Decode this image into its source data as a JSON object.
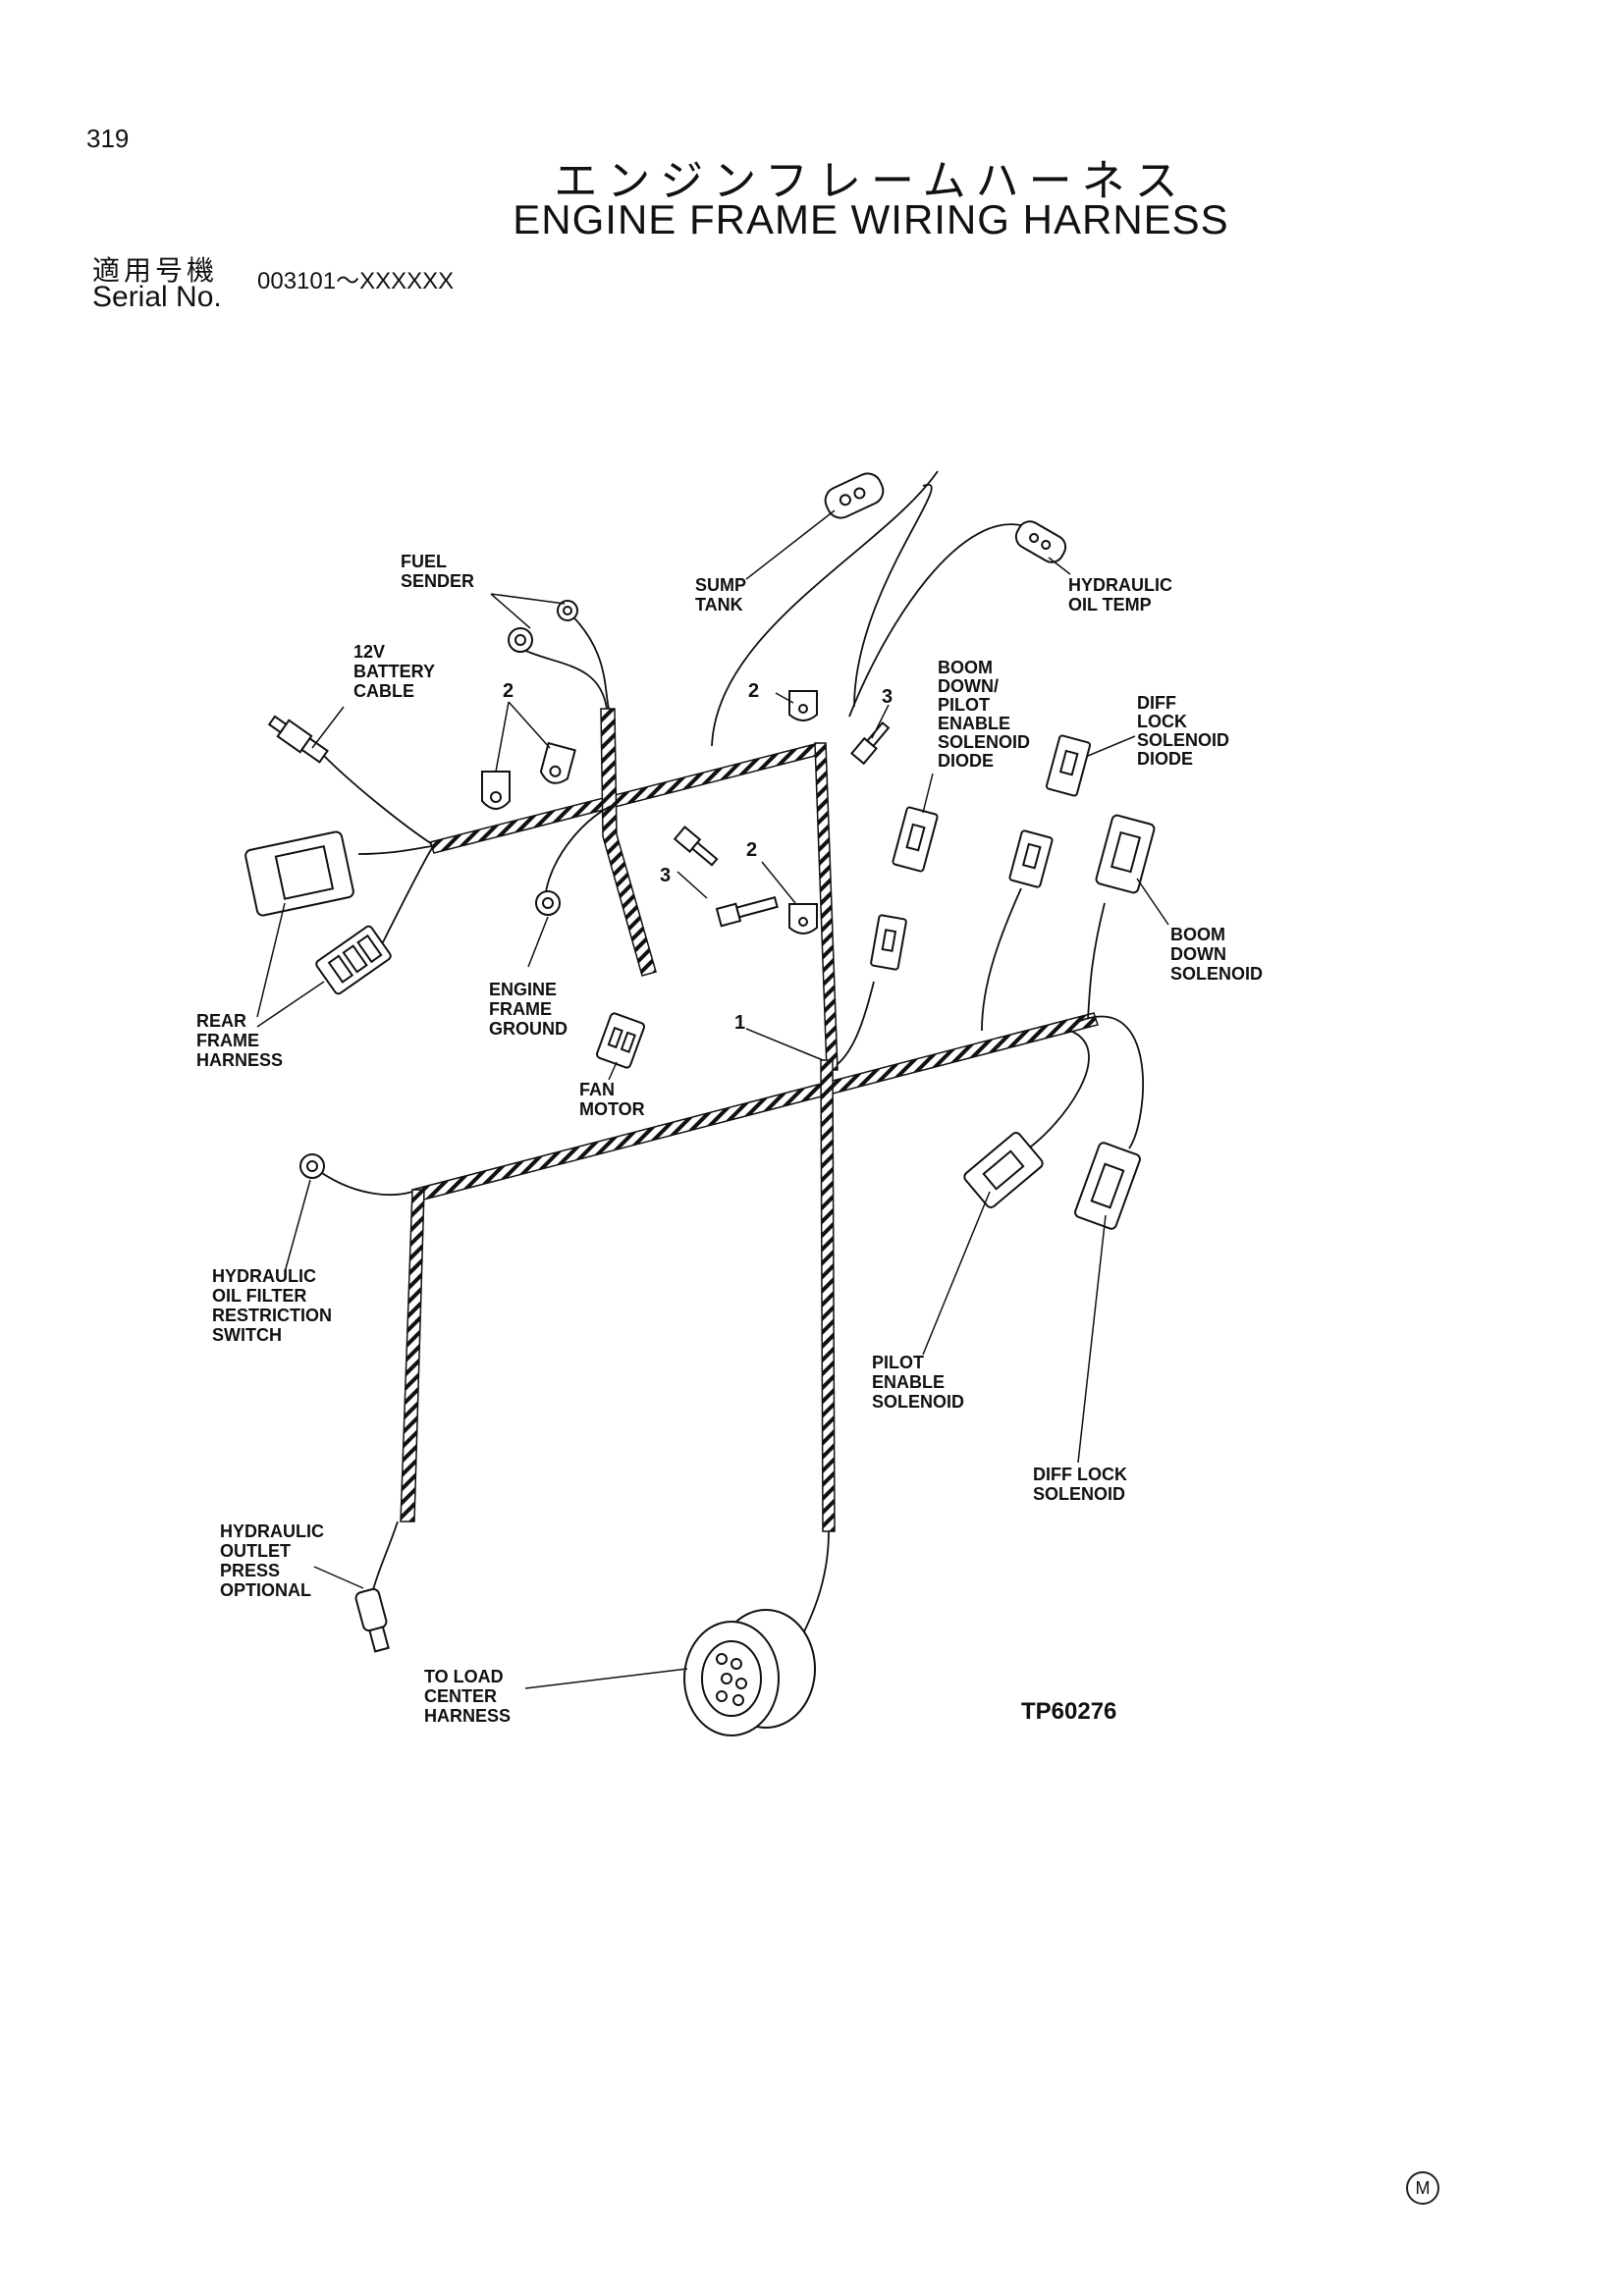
{
  "page": {
    "number": "319",
    "title_jp": "エンジンフレームハーネス",
    "title_en": "ENGINE FRAME WIRING HARNESS",
    "serial_label_jp": "適用号機",
    "serial_label_en": "Serial No.",
    "serial_value": "003101～XXXXXX",
    "figure_code": "TP60276",
    "corner_mark": "M"
  },
  "labels": {
    "fuel_sender": [
      "FUEL",
      "SENDER"
    ],
    "sump_tank": [
      "SUMP",
      "TANK"
    ],
    "hydraulic_oil_temp": [
      "HYDRAULIC",
      "OIL TEMP"
    ],
    "battery_cable": [
      "12V",
      "BATTERY",
      "CABLE"
    ],
    "boom_down_pilot_diode": [
      "BOOM",
      "DOWN/",
      "PILOT",
      "ENABLE",
      "SOLENOID",
      "DIODE"
    ],
    "diff_lock_diode": [
      "DIFF",
      "LOCK",
      "SOLENOID",
      "DIODE"
    ],
    "boom_down_solenoid": [
      "BOOM",
      "DOWN",
      "SOLENOID"
    ],
    "engine_frame_ground": [
      "ENGINE",
      "FRAME",
      "GROUND"
    ],
    "rear_frame_harness": [
      "REAR",
      "FRAME",
      "HARNESS"
    ],
    "fan_motor": [
      "FAN",
      "MOTOR"
    ],
    "hydraulic_filter_switch": [
      "HYDRAULIC",
      "OIL FILTER",
      "RESTRICTION",
      "SWITCH"
    ],
    "pilot_enable_solenoid": [
      "PILOT",
      "ENABLE",
      "SOLENOID"
    ],
    "diff_lock_solenoid": [
      "DIFF LOCK",
      "SOLENOID"
    ],
    "hydraulic_outlet_press": [
      "HYDRAULIC",
      "OUTLET",
      "PRESS",
      "OPTIONAL"
    ],
    "load_center_harness": [
      "TO LOAD",
      "CENTER",
      "HARNESS"
    ]
  },
  "callouts": {
    "harness": "1",
    "clamp": "2",
    "bolt": "3"
  }
}
